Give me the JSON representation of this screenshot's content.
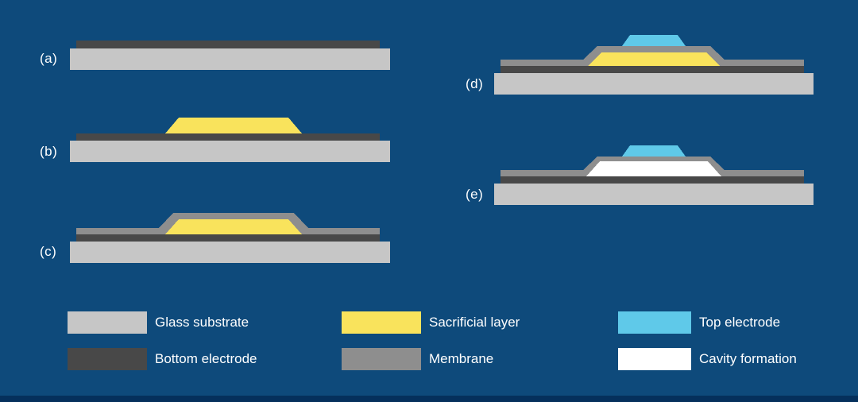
{
  "colors": {
    "background": "#0e4a7b",
    "footer": "#05305c",
    "text": "#ffffff",
    "substrate": "#c6c6c6",
    "bottom_electrode": "#484848",
    "sacrificial": "#f9e35c",
    "membrane": "#8e8e8e",
    "top_electrode": "#5fc9e9",
    "cavity": "#ffffff"
  },
  "panels": {
    "a": {
      "label": "(a)"
    },
    "b": {
      "label": "(b)"
    },
    "c": {
      "label": "(c)"
    },
    "d": {
      "label": "(d)"
    },
    "e": {
      "label": "(e)"
    }
  },
  "legend": {
    "items": [
      {
        "label": "Glass substrate"
      },
      {
        "label": "Bottom electrode"
      },
      {
        "label": "Sacrificial layer"
      },
      {
        "label": "Membrane"
      },
      {
        "label": "Top electrode"
      },
      {
        "label": "Cavity formation"
      }
    ]
  }
}
